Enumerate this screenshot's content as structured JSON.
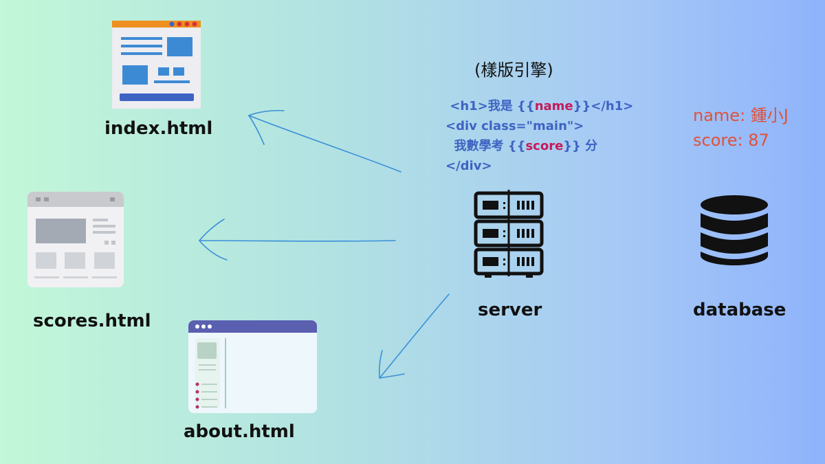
{
  "pages": {
    "index": "index.html",
    "scores": "scores.html",
    "about": "about.html"
  },
  "template_engine": {
    "title": "(樣版引擎)",
    "line1_pre": "<h1>我是 {{",
    "line1_var": "name",
    "line1_post": "}}</h1>",
    "line2": "<div class=\"main\">",
    "line3_pre": "  我數學考 {{",
    "line3_var": "score",
    "line3_post": "}} 分",
    "line4": "</div>"
  },
  "server": {
    "label": "server",
    "icon": "server-rack-icon"
  },
  "database": {
    "label": "database",
    "icon": "database-icon",
    "name_line": "name: 鍾小J",
    "score_line": "score: 87"
  },
  "colors": {
    "code": "#3e63c2",
    "template_var": "#c61a5a",
    "db_data": "#e0513a",
    "arrow": "#3a8fd8"
  }
}
